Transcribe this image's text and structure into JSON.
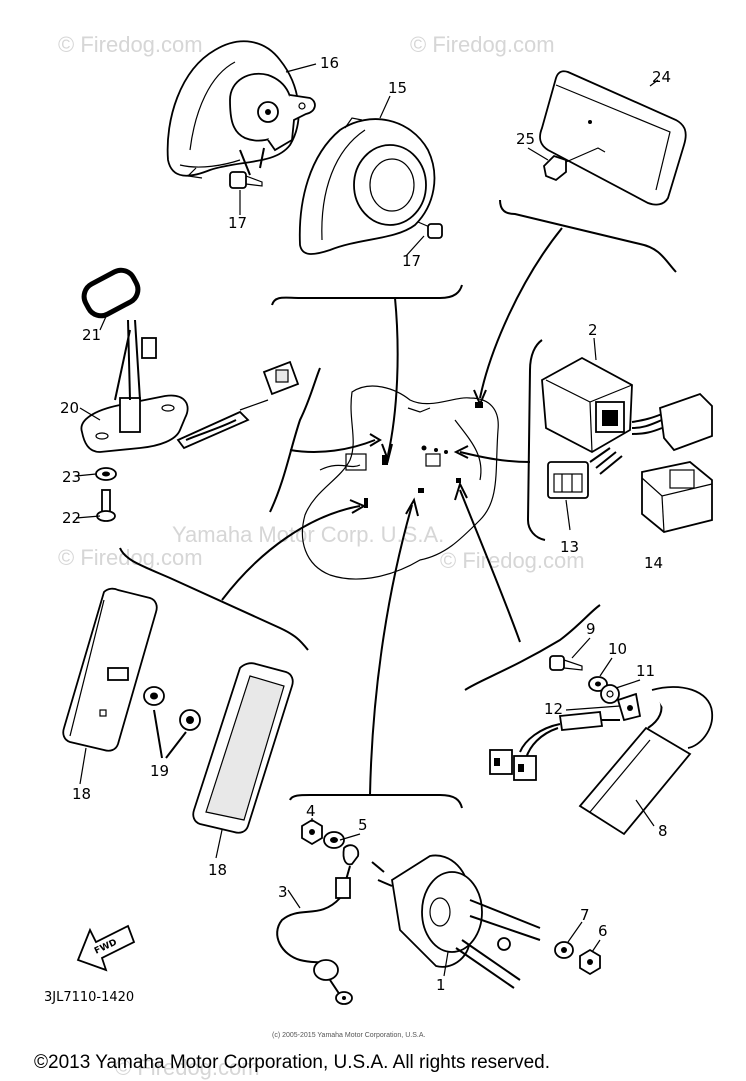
{
  "watermarks": {
    "firedog_1": "© Firedog.com",
    "firedog_2": "© Firedog.com",
    "firedog_3": "© Firedog.com",
    "firedog_4": "© Firedog.com",
    "firedog_5": "© Firedog.com",
    "yamaha": "Yamaha Motor Corp. U.S.A."
  },
  "callouts": {
    "p1": "1",
    "p2": "2",
    "p3": "3",
    "p4": "4",
    "p5": "5",
    "p6": "6",
    "p7": "7",
    "p8": "8",
    "p9": "9",
    "p10": "10",
    "p11": "11",
    "p12": "12",
    "p13": "13",
    "p14": "14",
    "p15": "15",
    "p16": "16",
    "p17a": "17",
    "p17b": "17",
    "p18a": "18",
    "p18b": "18",
    "p19": "19",
    "p20": "20",
    "p21": "21",
    "p22": "22",
    "p23": "23",
    "p24": "24",
    "p25": "25"
  },
  "fwd_label": "FWD",
  "diagram_code": "3JL7110-1420",
  "small_copyright": "(c) 2005-2015 Yamaha Motor Corporation, U.S.A.",
  "footer_copyright": "©2013 Yamaha Motor Corporation, U.S.A. All rights reserved."
}
